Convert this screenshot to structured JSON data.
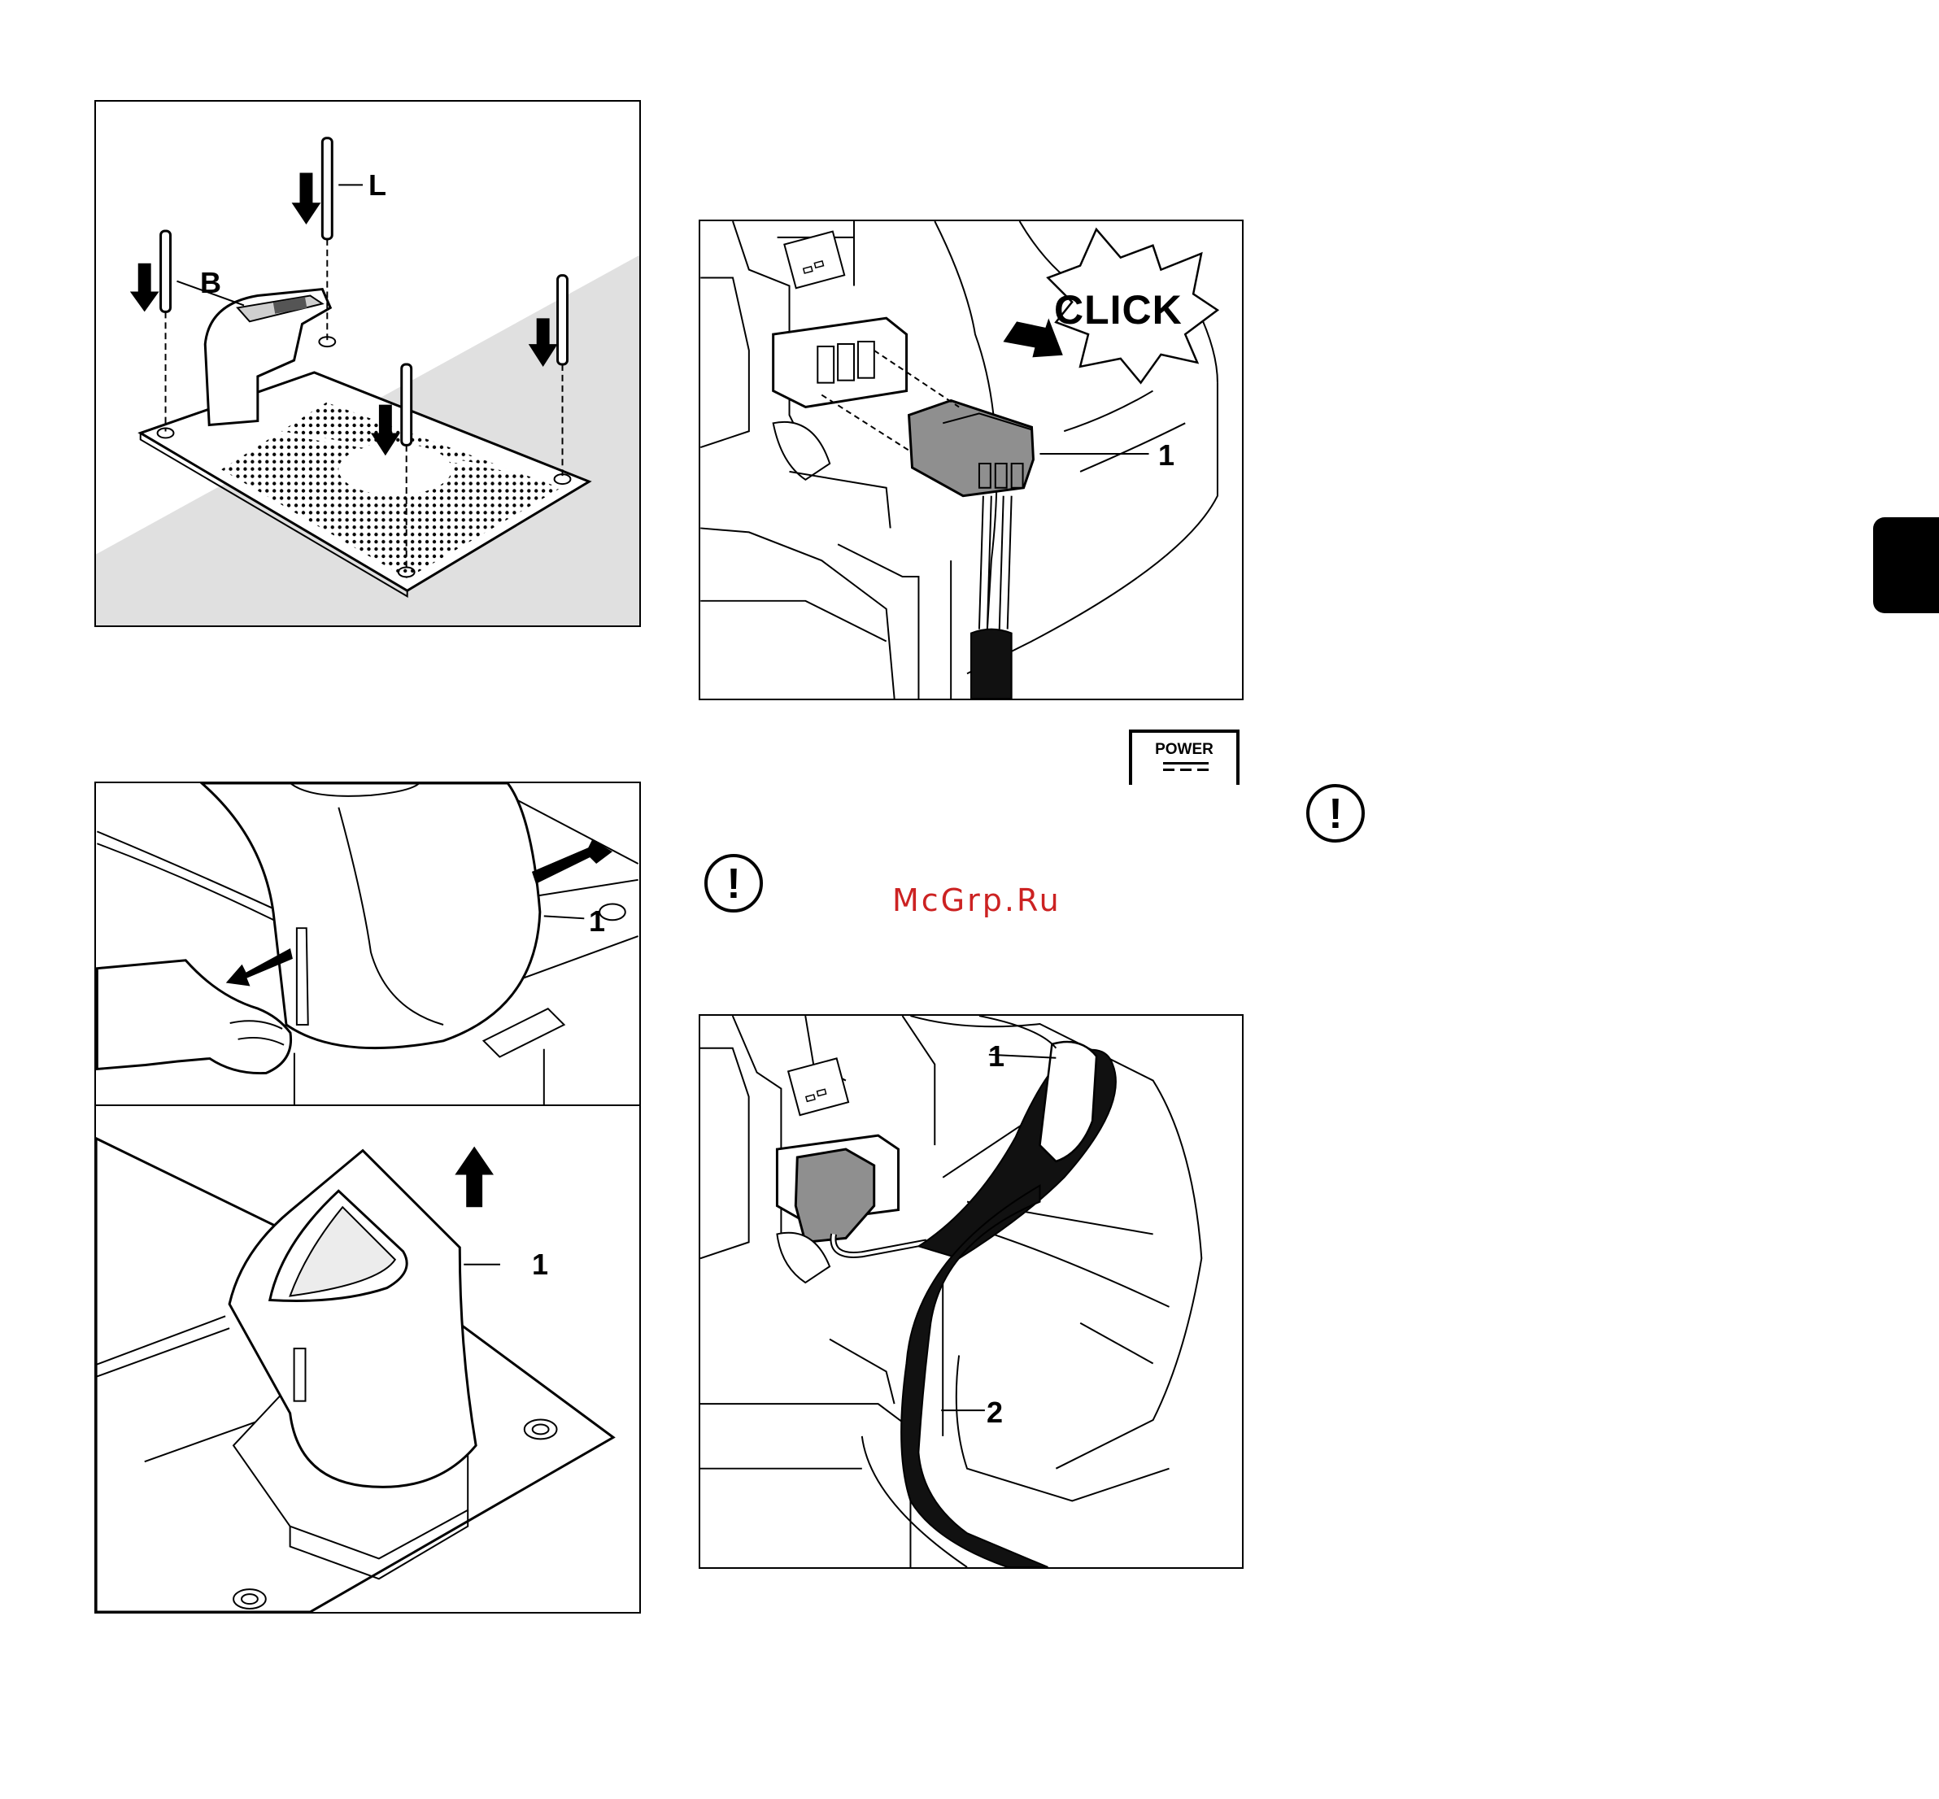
{
  "figure1": {
    "label_l": "L",
    "label_b": "B"
  },
  "figure2": {
    "callout": "1"
  },
  "figure3": {
    "callout": "1"
  },
  "figure4": {
    "click": "CLICK",
    "callout": "1",
    "power_marking": "Power"
  },
  "figure5": {
    "callout_1": "1",
    "callout_2": "2",
    "power_marking": "Power"
  },
  "power_symbol": {
    "text": "POWER"
  },
  "warning_symbol": "!",
  "watermark": "McGrp.Ru",
  "colors": {
    "shade": "#e0e0e0",
    "watermark": "#cc2222",
    "connector": "#8f8f8f"
  }
}
